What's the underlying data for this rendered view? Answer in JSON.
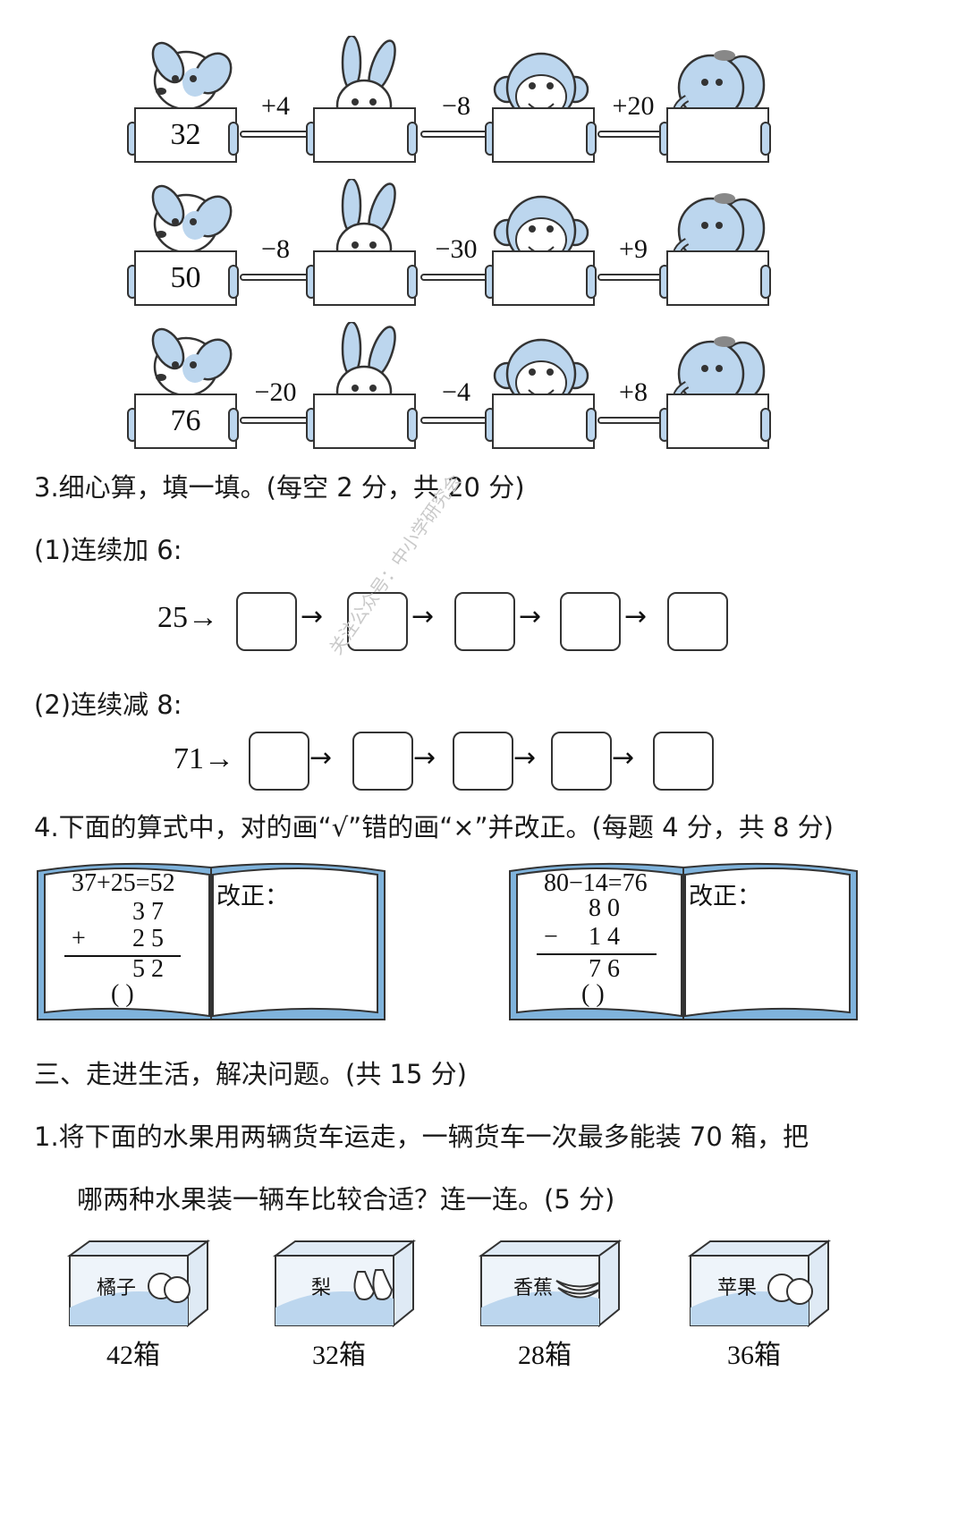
{
  "chains": [
    {
      "start": "32",
      "ops": [
        "+4",
        "−8",
        "+20"
      ]
    },
    {
      "start": "50",
      "ops": [
        "−8",
        "−30",
        "+9"
      ]
    },
    {
      "start": "76",
      "ops": [
        "−20",
        "−4",
        "+8"
      ]
    }
  ],
  "q3": {
    "title": "3.细心算，填一填。(每空 2 分，共 20 分)",
    "part1_label": "(1)连续加 6:",
    "part1_start": "25→",
    "part2_label": "(2)连续减 8:",
    "part2_start": "71→",
    "arrow": "→"
  },
  "watermark": "关注公众号：中小学研究会",
  "q4": {
    "title": "4.下面的算式中，对的画“√”错的画“×”并改正。(每题 4 分，共 8 分)",
    "correct_label": "改正：",
    "books": [
      {
        "equation": "37+25=52",
        "top": "3  7",
        "op": "+",
        "bottom": "2  5",
        "result": "5  2",
        "paren": "(       )"
      },
      {
        "equation": "80−14=76",
        "top": "8  0",
        "op": "−",
        "bottom": "1  4",
        "result": "7  6",
        "paren": "(       )"
      }
    ]
  },
  "section3": {
    "title": "三、走进生活，解决问题。(共 15 分)",
    "q1_line1": "1.将下面的水果用两辆货车运走，一辆货车一次最多能装 70 箱，把",
    "q1_line2": "哪两种水果装一辆车比较合适？连一连。(5 分)"
  },
  "crates": [
    {
      "label": "橘子",
      "count": "42箱"
    },
    {
      "label": "梨",
      "count": "32箱"
    },
    {
      "label": "香蕉",
      "count": "28箱"
    },
    {
      "label": "苹果",
      "count": "36箱"
    }
  ],
  "colors": {
    "animal_blue": "#bcd6ee",
    "outline": "#333333",
    "book_blue": "#7fb3dc"
  }
}
